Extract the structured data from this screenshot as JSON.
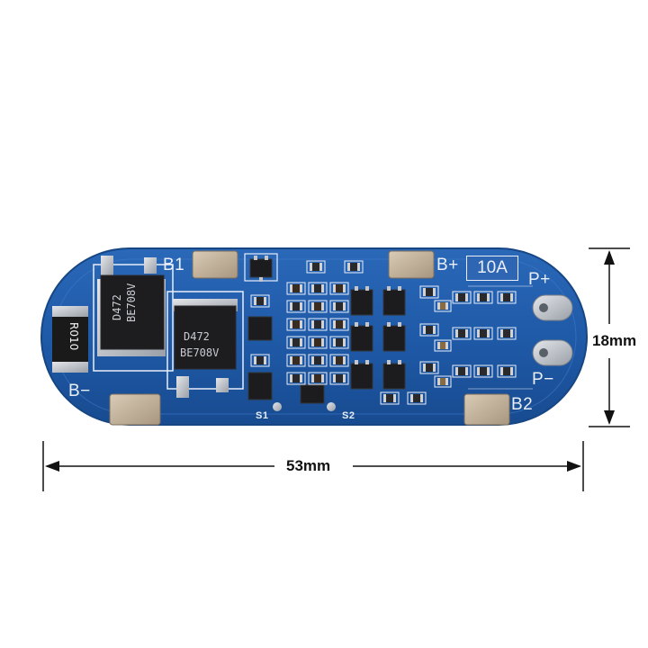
{
  "dimensions": {
    "width_label": "53mm",
    "height_label": "18mm"
  },
  "board": {
    "labels": {
      "b1": "B1",
      "b_plus": "B+",
      "b_minus": "B−",
      "b2": "B2",
      "p_plus": "P+",
      "p_minus": "P−",
      "s1": "S1",
      "s2": "S2",
      "current": "10A"
    },
    "components": {
      "shunt_resistor": "R010",
      "mosfet_1_code": "D472",
      "mosfet_1_date": "BE708V",
      "mosfet_2_code": "D472",
      "mosfet_2_date": "BE708V"
    },
    "colors": {
      "pcb": "#1f5aa8",
      "silkscreen": "#e9eef8",
      "pad": "#c8b8a4",
      "chip": "#1c1c1e"
    }
  }
}
